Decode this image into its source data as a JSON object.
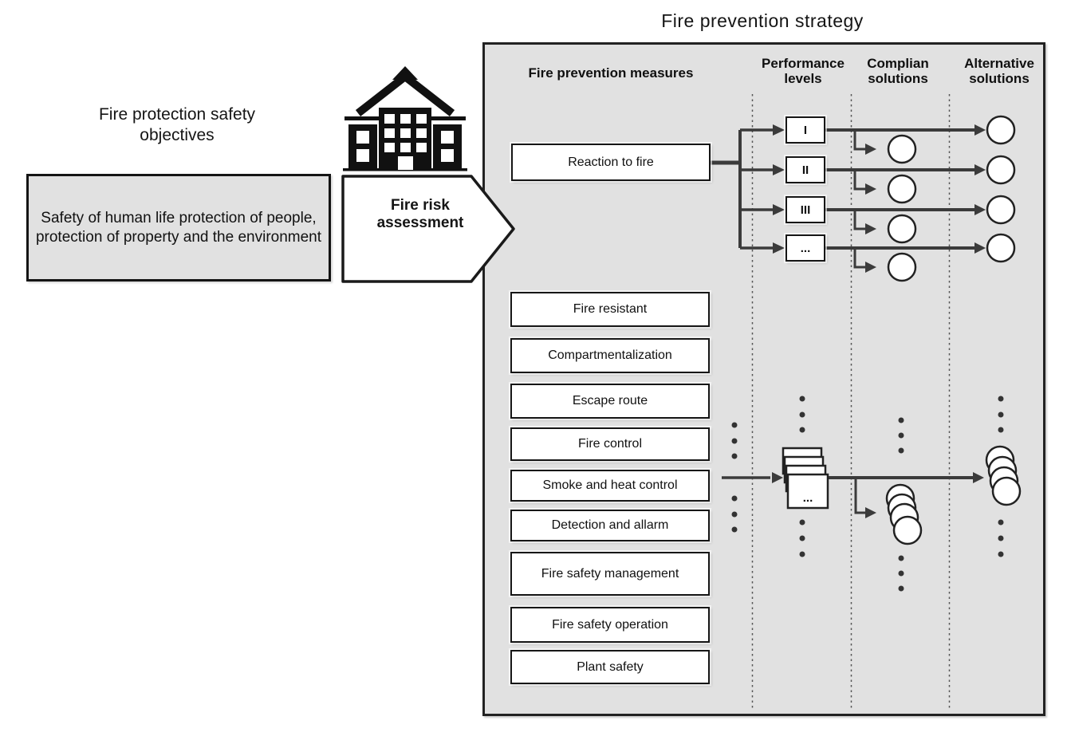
{
  "title": "Fire prevention strategy",
  "left": {
    "heading": "Fire protection safety objectives",
    "objectives_text": "Safety of human life protection of people, protection of property and the environment",
    "building_icon": "building-icon",
    "risk_arrow_label": "Fire risk assessment"
  },
  "panel": {
    "columns": {
      "measures": "Fire prevention measures",
      "performance": "Performance levels",
      "compliant": "Complian solutions",
      "alternative": "Alternative solutions"
    },
    "reaction_box": "Reaction to fire",
    "levels": [
      "I",
      "II",
      "III",
      "..."
    ],
    "measures": [
      "Fire resistant",
      "Compartmentalization",
      "Escape route",
      "Fire control",
      "Smoke and heat control",
      "Detection and allarm",
      "Fire safety management",
      "Fire safety operation",
      "Plant safety"
    ],
    "stack_label": "..."
  },
  "colors": {
    "panel_bg": "#e1e1e1",
    "line": "#3b3b3b",
    "box_border": "#161616"
  }
}
